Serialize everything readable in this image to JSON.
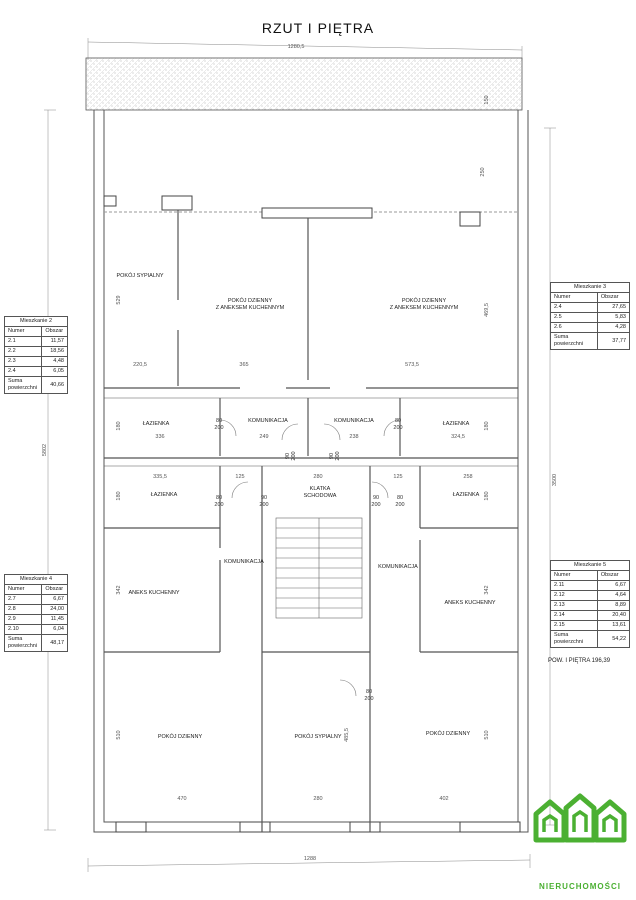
{
  "title": "RZUT I PIĘTRA",
  "dimensions": {
    "top": "1280,5",
    "bottom": "1288",
    "left": "5802",
    "right": "3500",
    "balcony": "150",
    "r250": "250",
    "w529": "529",
    "w4695": "469,5",
    "w2205": "220,5",
    "w365": "365",
    "w5735": "573,5",
    "w180a": "180",
    "w180b": "180",
    "w180c": "180",
    "w180d": "180",
    "w336": "336",
    "w249": "249",
    "w238": "238",
    "w3245": "324,5",
    "w3355": "335,5",
    "w125a": "125",
    "w280a": "280",
    "w125b": "125",
    "w258": "258",
    "w342a": "342",
    "w342b": "342",
    "w510a": "510",
    "w4855": "485,5",
    "w510b": "510",
    "w470": "470",
    "w280b": "280",
    "w402": "402"
  },
  "doors": [
    {
      "w": "80",
      "h": "200"
    },
    {
      "w": "80",
      "h": "200"
    },
    {
      "w": "90",
      "h": "200"
    },
    {
      "w": "90",
      "h": "200"
    },
    {
      "w": "80",
      "h": "200"
    },
    {
      "w": "90",
      "h": "200"
    },
    {
      "w": "90",
      "h": "200"
    },
    {
      "w": "80",
      "h": "200"
    },
    {
      "w": "80",
      "h": "200"
    }
  ],
  "rooms": {
    "pokoj_sypialny_top": "POKÓJ SYPIALNY",
    "pokoj_dzienny_a1": "POKÓJ DZIENNY",
    "pokoj_dzienny_a2": "Z ANEKSEM KUCHENNYM",
    "pokoj_dzienny_b1": "POKÓJ DZIENNY",
    "pokoj_dzienny_b2": "Z ANEKSEM KUCHENNYM",
    "lazienka1": "ŁAZIENKA",
    "komunikacja1": "KOMUNIKACJA",
    "komunikacja2": "KOMUNIKACJA",
    "lazienka2": "ŁAZIENKA",
    "lazienka3": "ŁAZIENKA",
    "klatka1": "KLATKA",
    "klatka2": "SCHODOWA",
    "lazienka4": "ŁAZIENKA",
    "komunikacja3": "KOMUNIKACJA",
    "komunikacja4": "KOMUNIKACJA",
    "aneks1": "ANEKS KUCHENNY",
    "aneks2": "ANEKS KUCHENNY",
    "pokoj_dzienny_c": "POKÓJ DZIENNY",
    "pokoj_sypialny_b": "POKÓJ SYPIALNY",
    "pokoj_dzienny_d": "POKÓJ DZIENNY"
  },
  "tables": {
    "col_numer": "Numer",
    "col_obszar": "Obszar",
    "suma1": "Suma",
    "suma2": "powierzchni",
    "m2": {
      "title": "Mieszkanie 2",
      "rows": [
        [
          "2.1",
          "11,57"
        ],
        [
          "2.2",
          "18,56"
        ],
        [
          "2.3",
          "4,48"
        ],
        [
          "2.4",
          "6,05"
        ]
      ],
      "total": "40,66"
    },
    "m3": {
      "title": "Mieszkanie 3",
      "rows": [
        [
          "2.4",
          "27,65"
        ],
        [
          "2.5",
          "5,83"
        ],
        [
          "2.6",
          "4,28"
        ]
      ],
      "total": "37,77"
    },
    "m4": {
      "title": "Mieszkanie 4",
      "rows": [
        [
          "2.7",
          "6,67"
        ],
        [
          "2.8",
          "24,00"
        ],
        [
          "2.9",
          "11,45"
        ],
        [
          "2.10",
          "6,04"
        ]
      ],
      "total": "48,17"
    },
    "m5": {
      "title": "Mieszkanie 5",
      "rows": [
        [
          "2.11",
          "6,67"
        ],
        [
          "2.12",
          "4,64"
        ],
        [
          "2.13",
          "8,89"
        ],
        [
          "2.14",
          "20,40"
        ],
        [
          "2.15",
          "13,61"
        ]
      ],
      "total": "54,22"
    }
  },
  "total_area": "POW. I PIĘTRA 196,39",
  "logo_text": "NIERUCHOMOŚCI",
  "colors": {
    "wall": "#555555",
    "line": "#777777",
    "logo": "#4bb032"
  }
}
